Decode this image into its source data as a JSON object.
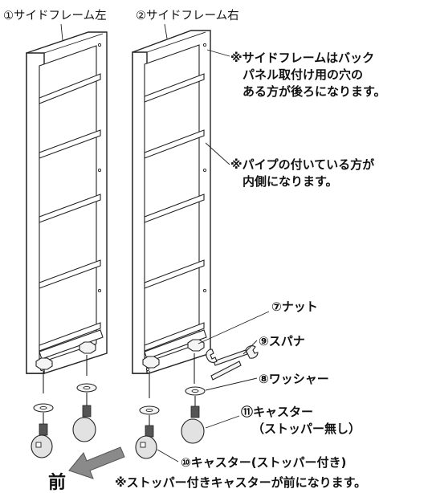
{
  "labels": {
    "left_frame": "①サイドフレーム左",
    "right_frame": "②サイドフレーム右",
    "note_back": [
      "※サイドフレームはバック",
      "パネル取付け用の穴の",
      "ある方が後ろになります。"
    ],
    "note_pipe": [
      "※パイプの付いている方が",
      "内側になります。"
    ],
    "nut": "⑦ナット",
    "spanner": "⑨スパナ",
    "washer": "⑧ワッシャー",
    "caster_no_stopper": [
      "⑪キャスター",
      "（ストッパー無し）"
    ],
    "caster_stopper": "⑩キャスター(ストッパー付き)",
    "front": "前",
    "note_front": "※ストッパー付きキャスターが前になります。"
  },
  "icons": {
    "front_arrow": "arrow-front-icon",
    "spanner": "spanner-icon",
    "washer": "washer-icon",
    "nut": "nut-icon",
    "caster": "caster-icon"
  },
  "colors": {
    "line": "#222222",
    "arrow": "#8a8a8a",
    "background": "#ffffff"
  }
}
